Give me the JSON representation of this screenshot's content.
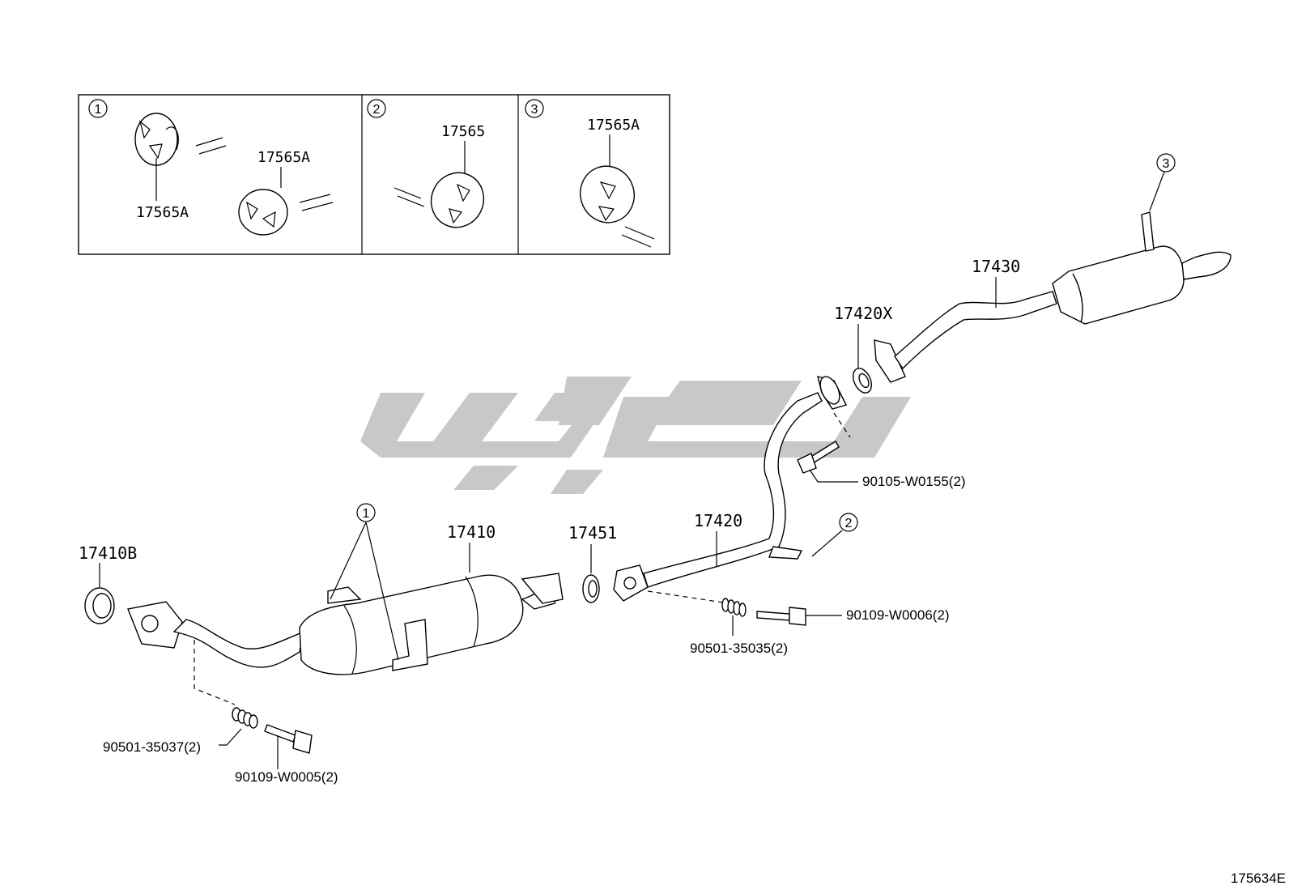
{
  "diagram_code": "175634E",
  "colors": {
    "line": "#000000",
    "watermark": "#c8c8c8",
    "background": "#ffffff"
  },
  "inset": {
    "panels": [
      {
        "marker": "1",
        "labels": [
          "17565A",
          "17565A"
        ]
      },
      {
        "marker": "2",
        "labels": [
          "17565"
        ]
      },
      {
        "marker": "3",
        "labels": [
          "17565A"
        ]
      }
    ]
  },
  "parts": {
    "p17410B": "17410B",
    "p17410": "17410",
    "p17451": "17451",
    "p17420": "17420",
    "p17420X": "17420X",
    "p17430": "17430",
    "p90105": "90105-W0155(2)",
    "p90109a": "90109-W0006(2)",
    "p90501a": "90501-35035(2)",
    "p90501b": "90501-35037(2)",
    "p90109b": "90109-W0005(2)"
  },
  "callouts": {
    "c1": "1",
    "c2": "2",
    "c3": "3"
  }
}
